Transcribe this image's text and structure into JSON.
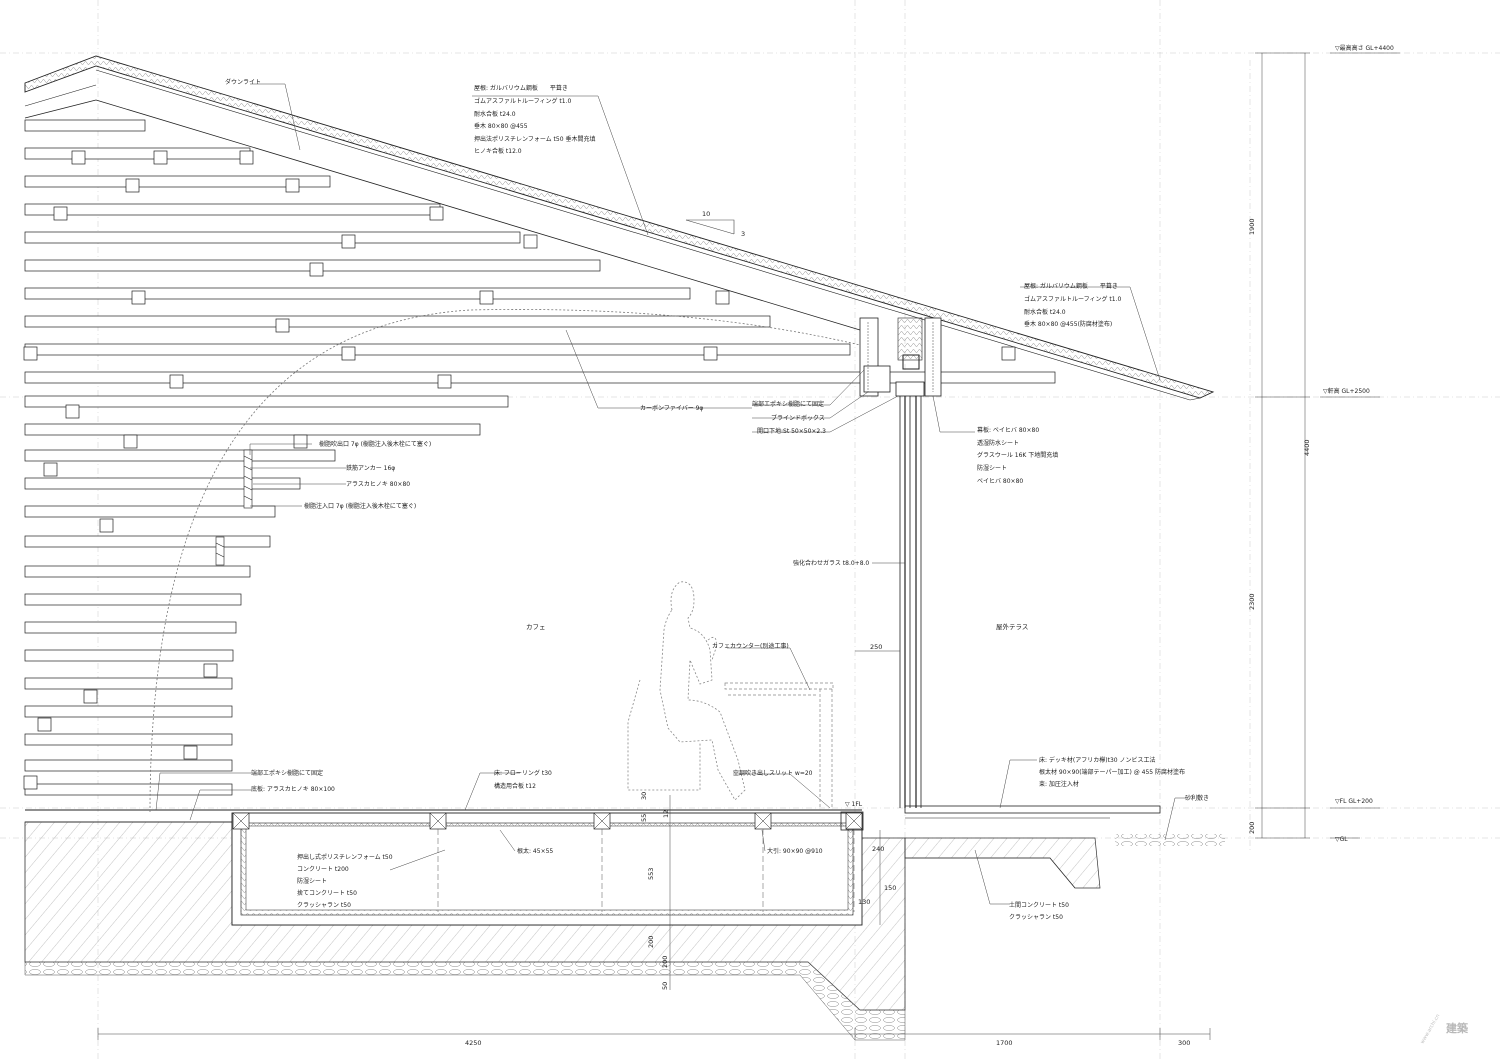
{
  "roof_spec_main": [
    "屋根: ガルバリウム鋼板　　平葺き",
    "ゴムアスファルトルーフィング t1.0",
    "耐水合板 t24.0",
    "垂木 80×80 @455",
    "押出法ポリスチレンフォーム t50 垂木間充填",
    "ヒノキ合板 t12.0"
  ],
  "roof_spec_eave": [
    "屋根: ガルバリウム鋼板　　平葺き",
    "ゴムアスファルトルーフィング t1.0",
    "耐水合板 t24.0",
    "垂木 80×80 @455(防腐材塗布)"
  ],
  "wall_spec": [
    "幕板: ベイヒバ 80×80",
    "透湿防水シート",
    "グラスウール 16K 下地間充填",
    "防湿シート",
    "ベイヒバ 80×80"
  ],
  "deck_spec": [
    "床: デッキ材(アフリカ欅)t30 ノンビス工法",
    "根太材 90×90(端部テーパー加工) @ 455 防腐材塗布",
    "束: 加圧注入材"
  ],
  "slab_spec": [
    "押出し式ポリスチレンフォーム t50",
    "コンクリート t200",
    "防湿シート",
    "捨てコンクリート t50",
    "クラッシャラン t50"
  ],
  "earth_spec": [
    "土間コンクリート t50",
    "クラッシャラン t50"
  ],
  "floor_spec": [
    "床: フローリング t30",
    "構造用合板 t12"
  ],
  "labels": {
    "downlight": "ダウンライト",
    "carbon_fiber": "カーボンファイバー 9φ",
    "epoxy_fix_top": "端部エポキシ樹脂にて固定",
    "blind_box": "ブラインドボックス",
    "opening_frame": "開口下地:St 50×50×2.3",
    "resin_outlet": "樹脂吹出口 7φ (樹脂注入後木栓にて塞ぐ)",
    "rebar_anchor": "鉄筋アンカー 16φ",
    "alaska_cedar": "アラスカヒノキ 80×80",
    "resin_inlet": "樹脂注入口 7φ (樹脂注入後木栓にて塞ぐ)",
    "glass": "強化合わせガラス t8.0+8.0",
    "cafe_counter": "カフェカウンター(別途工事)",
    "ac_slit": "空調吹き出しスリット w=20",
    "epoxy_fix_bottom": "端部エポキシ樹脂にて固定",
    "sill": "底板: アラスカヒノキ 80×100",
    "joist": "根太: 45×55",
    "beam": "大引: 90×90 @910",
    "gravel": "砂利敷き"
  },
  "rooms": {
    "cafe": "カフェ",
    "terrace": "屋外テラス"
  },
  "levels": {
    "max_height": "▽最高高さ GL+4400",
    "eave": "▽軒高 GL+2500",
    "fl": "▽FL GL+200",
    "gl": "▽GL",
    "1fl": "▽ 1FL"
  },
  "dimensions": {
    "overall_height": "4400",
    "upper": "1900",
    "mid": "2300",
    "base": "200",
    "width_left": "4250",
    "width_mid": "1700",
    "width_right": "300",
    "d250": "250",
    "d30": "30",
    "d55": "55",
    "d12": "12",
    "d553": "553",
    "d200": "200",
    "d50": "50",
    "d240": "240",
    "d150": "150",
    "d130": "130"
  },
  "slope": {
    "run": "10",
    "rise": "3"
  },
  "watermark": {
    "brand": "建築",
    "url": "www.archi.cn"
  }
}
